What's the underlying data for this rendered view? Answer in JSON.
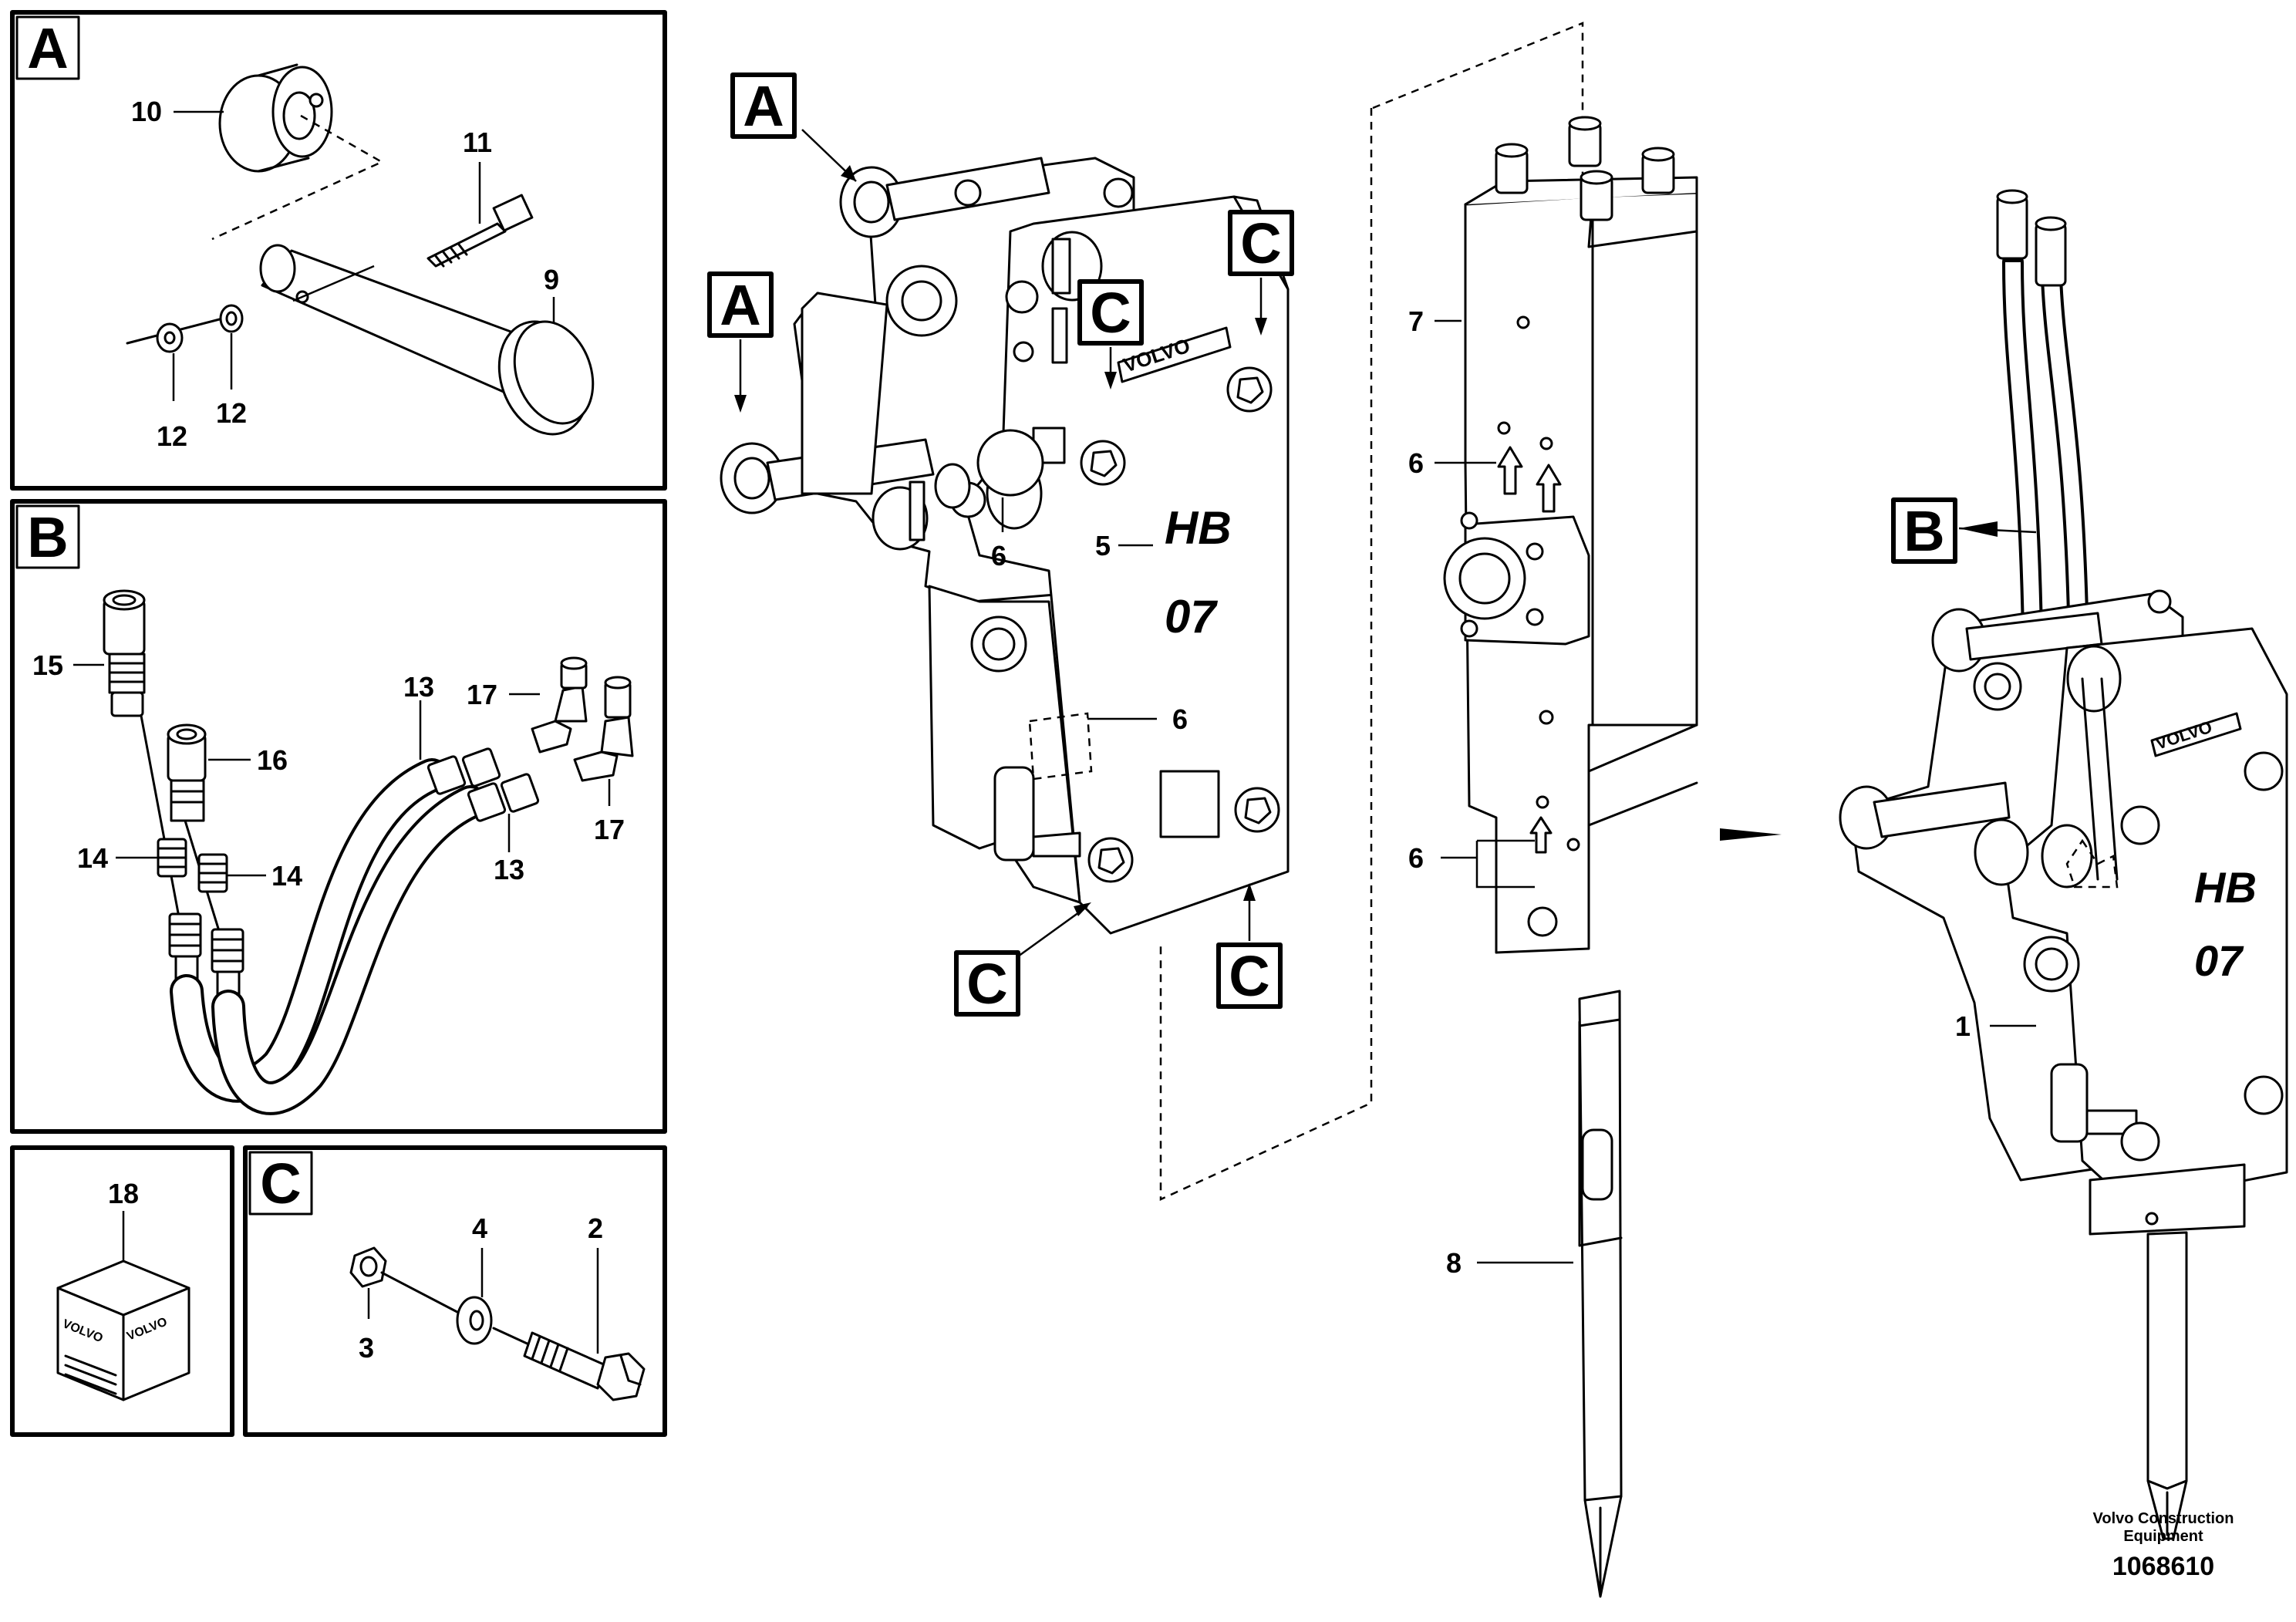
{
  "panel_letters": {
    "a": "A",
    "b": "B",
    "c": "C"
  },
  "panel_a": {
    "p10": "10",
    "p11": "11",
    "p9": "9",
    "p12a": "12",
    "p12b": "12"
  },
  "panel_b": {
    "p15": "15",
    "p16": "16",
    "p13a": "13",
    "p13b": "13",
    "p17a": "17",
    "p17b": "17",
    "p14a": "14",
    "p14b": "14"
  },
  "panel_18": {
    "p18": "18",
    "box_brand": "VOLVO"
  },
  "panel_c": {
    "p4": "4",
    "p2": "2",
    "p3": "3"
  },
  "main": {
    "callout_a": "A",
    "callout_b": "B",
    "callout_c": "C",
    "brand": "VOLVO",
    "model_line1": "HB",
    "model_line2": "07",
    "p1": "1",
    "p5": "5",
    "p6": "6",
    "p7": "7",
    "p8": "8"
  },
  "footer": {
    "company_line1": "Volvo Construction",
    "company_line2": "Equipment",
    "drawing_number": "1068610"
  }
}
